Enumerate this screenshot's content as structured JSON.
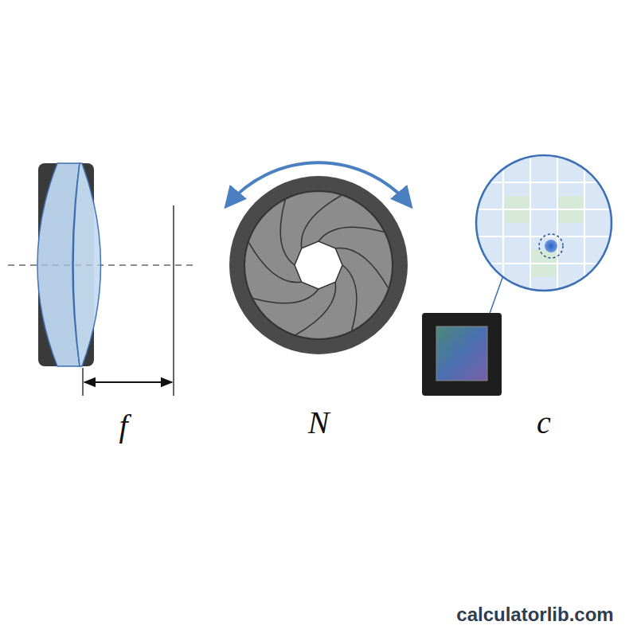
{
  "diagram": {
    "labels": [
      "f",
      "N",
      "c",
      "calculatorlib.com"
    ]
  }
}
